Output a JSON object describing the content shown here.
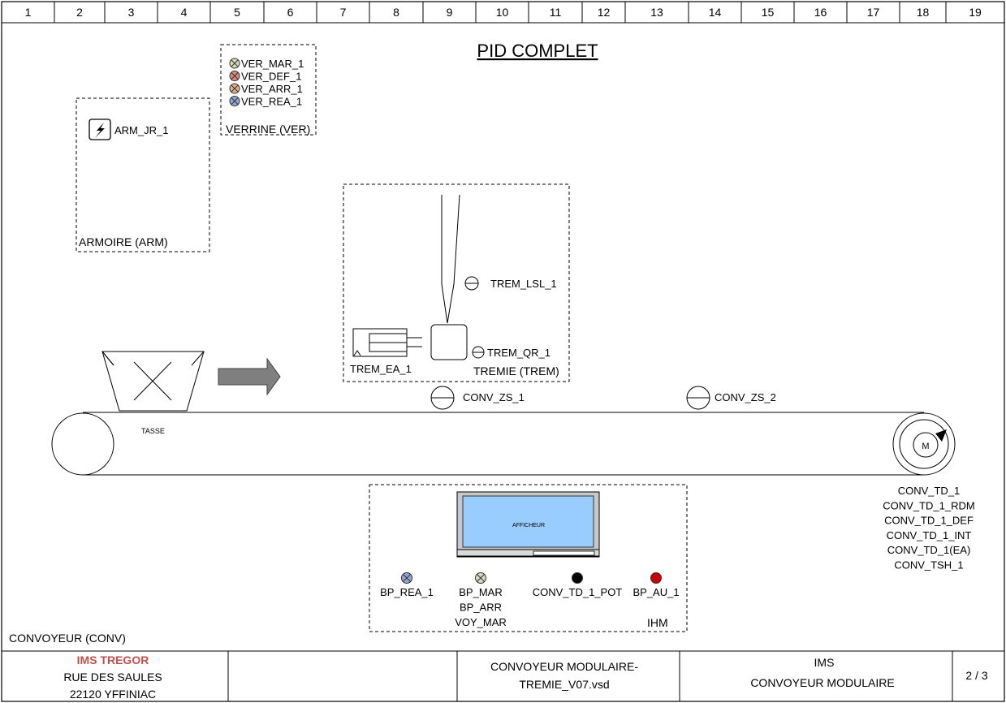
{
  "title": "PID COMPLET",
  "columns": [
    "1",
    "2",
    "3",
    "4",
    "5",
    "6",
    "7",
    "8",
    "9",
    "10",
    "11",
    "12",
    "13",
    "14",
    "15",
    "16",
    "17",
    "18",
    "19"
  ],
  "armoire": {
    "label": "ARMOIRE (ARM)",
    "items": [
      "ARM_JR_1"
    ]
  },
  "verrine": {
    "label": "VERRINE (VER)",
    "items": [
      {
        "tag": "VER_MAR_1",
        "color": "#d8d8c0"
      },
      {
        "tag": "VER_DEF_1",
        "color": "#d98a80"
      },
      {
        "tag": "VER_ARR_1",
        "color": "#e3b08a"
      },
      {
        "tag": "VER_REA_1",
        "color": "#8ea7d6"
      }
    ]
  },
  "tremie": {
    "label": "TREMIE (TREM)",
    "items": [
      "TREM_LSL_1",
      "TREM_QR_1",
      "TREM_EA_1"
    ]
  },
  "conveyor": {
    "label": "CONVOYEUR (CONV)",
    "cup_label": "TASSE",
    "sensors": [
      "CONV_ZS_1",
      "CONV_ZS_2"
    ],
    "motor_symbol": "M",
    "motor_tags": [
      "CONV_TD_1",
      "CONV_TD_1_RDM",
      "CONV_TD_1_DEF",
      "CONV_TD_1_INT",
      "CONV_TD_1(EA)",
      "CONV_TSH_1"
    ]
  },
  "ihm": {
    "label": "IHM",
    "screen_label": "AFFICHEUR",
    "buttons": [
      {
        "lines": [
          "BP_REA_1"
        ],
        "color": "#8ea7d6",
        "icon": "x-lamp"
      },
      {
        "lines": [
          "BP_MAR",
          "BP_ARR",
          "VOY_MAR"
        ],
        "color": "#d8d8c0",
        "icon": "x-lamp"
      },
      {
        "lines": [
          "CONV_TD_1_POT"
        ],
        "color": "#000000",
        "icon": "dot"
      },
      {
        "lines": [
          "BP_AU_1"
        ],
        "color": "#cc0000",
        "icon": "dot"
      }
    ]
  },
  "footer": {
    "company": "IMS TREGOR",
    "company_color": "#c0504d",
    "address_line1": "RUE DES SAULES",
    "address_line2": "22120 YFFINIAC",
    "file_line1": "CONVOYEUR MODULAIRE-",
    "file_line2": "TREMIE_V07.vsd",
    "project_line1": "IMS",
    "project_line2": "CONVOYEUR MODULAIRE",
    "page": "2 / 3"
  }
}
